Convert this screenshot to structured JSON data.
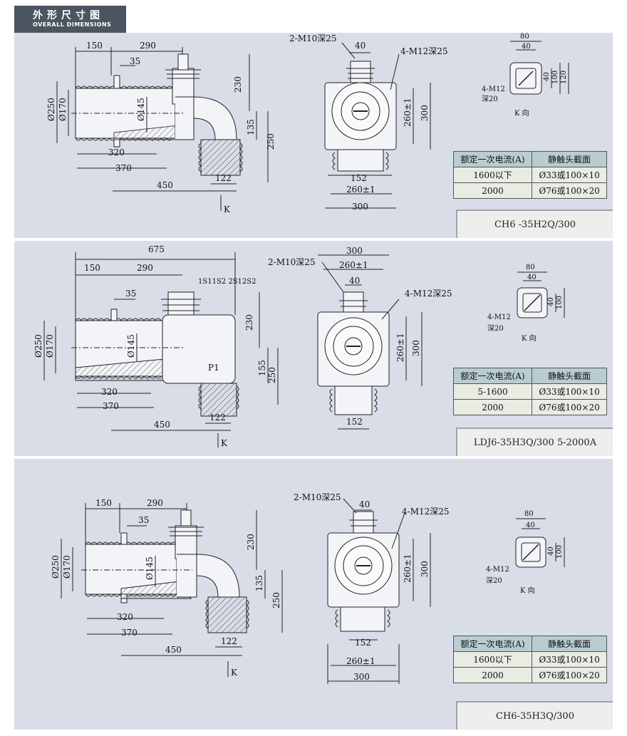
{
  "header": {
    "title_cn": "外形尺寸图",
    "title_en": "OVERALL DIMENSIONS"
  },
  "table_headers": {
    "current": "额定一次电流(A)",
    "section": "静触头截面"
  },
  "panels": [
    {
      "model": "CH6 -35H2Q/300",
      "rows": [
        {
          "current": "1600以下",
          "section": "Ø33或100×10"
        },
        {
          "current": "2000",
          "section": "Ø76或100×20"
        }
      ],
      "side": {
        "d150": "150",
        "d290": "290",
        "d35": "35",
        "d230": "230",
        "d135": "135",
        "d250": "250",
        "d320": "320",
        "d370": "370",
        "d450": "450",
        "d122": "122",
        "dia250": "Ø250",
        "dia170": "Ø170",
        "dia145": "Ø145",
        "k": "K"
      },
      "front": {
        "m10": "2-M10深25",
        "m12": "4-M12深25",
        "d40": "40",
        "d260v": "260±1",
        "d300v": "300",
        "d152": "152",
        "d260h": "260±1",
        "d300h": "300"
      },
      "kview": {
        "d80": "80",
        "d40": "40",
        "v40": "40",
        "v100": "100",
        "v120": "120",
        "m12": "4-M12",
        "deep": "深20",
        "label": "K 向"
      }
    },
    {
      "model": "LDJ6-35H3Q/300    5-2000A",
      "rows": [
        {
          "current": "5-1600",
          "section": "Ø33或100×10"
        },
        {
          "current": "2000",
          "section": "Ø76或100×20"
        }
      ],
      "side": {
        "d675": "675",
        "d150": "150",
        "d290": "290",
        "d35": "35",
        "sec": "1S11S2 2S12S2",
        "d230": "230",
        "d155": "155",
        "d250": "250",
        "p1": "P1",
        "d320": "320",
        "d370": "370",
        "d450": "450",
        "d122": "122",
        "dia250": "Ø250",
        "dia170": "Ø170",
        "dia145": "Ø145",
        "k": "K"
      },
      "front": {
        "d300top": "300",
        "m10": "2-M10深25",
        "d260top": "260±1",
        "d40": "40",
        "m12": "4-M12深25",
        "d260v": "260±1",
        "d300v": "300",
        "d152": "152"
      },
      "kview": {
        "d80": "80",
        "d40": "40",
        "v40": "40",
        "v100": "100",
        "m12": "4-M12",
        "deep": "深20",
        "label": "K 向"
      }
    },
    {
      "model": "CH6-35H3Q/300",
      "rows": [
        {
          "current": "1600以下",
          "section": "Ø33或100×10"
        },
        {
          "current": "2000",
          "section": "Ø76或100×20"
        }
      ],
      "side": {
        "d150": "150",
        "d290": "290",
        "d35": "35",
        "d230": "230",
        "d135": "135",
        "d250": "250",
        "d320": "320",
        "d370": "370",
        "d450": "450",
        "d122": "122",
        "dia250": "Ø250",
        "dia170": "Ø170",
        "dia145": "Ø145",
        "k": "K"
      },
      "front": {
        "m10": "2-M10深25",
        "m12": "4-M12深25",
        "d40": "40",
        "d260v": "260±1",
        "d300v": "300",
        "d152": "152",
        "d260h": "260±1",
        "d300h": "300"
      },
      "kview": {
        "d80": "80",
        "d40": "40",
        "v40": "40",
        "v100": "100",
        "m12": "4-M12",
        "deep": "深20",
        "label": "K 向"
      }
    }
  ]
}
